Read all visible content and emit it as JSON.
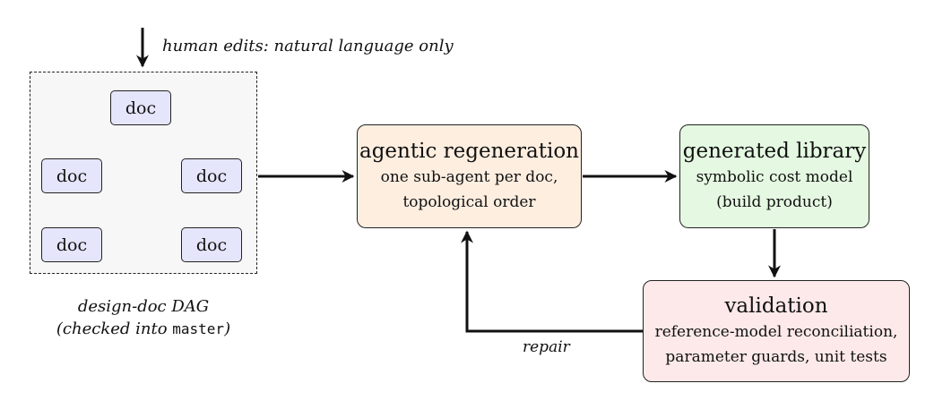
{
  "human_edits": {
    "label": "human edits: natural language only"
  },
  "dag": {
    "caption_line1": "design-doc DAG",
    "caption_line2_prefix": "(checked into ",
    "caption_line2_code": "master",
    "caption_line2_suffix": ")",
    "nodes": [
      "doc",
      "doc",
      "doc",
      "doc",
      "doc"
    ]
  },
  "regeneration": {
    "title": "agentic regeneration",
    "line1": "one sub-agent per doc,",
    "line2": "topological order",
    "fill": "#fdeee0"
  },
  "library": {
    "title": "generated library",
    "line1": "symbolic cost model",
    "line2": "(build product)",
    "fill": "#e5f9e2"
  },
  "validation": {
    "title": "validation",
    "line1": "reference-model reconciliation,",
    "line2": "parameter guards, unit tests",
    "fill": "#fde9e9"
  },
  "repair": {
    "label": "repair"
  },
  "colors": {
    "doc_fill": "#e5e5fb",
    "frame_fill": "#f7f7f7",
    "stroke": "#222222"
  }
}
